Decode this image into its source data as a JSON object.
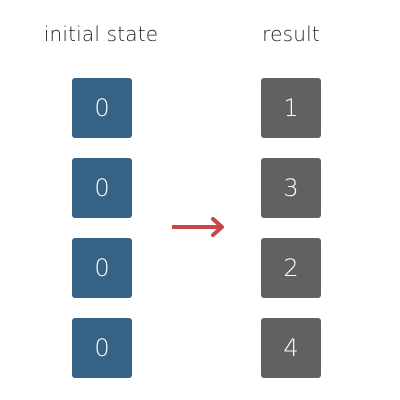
{
  "initial": {
    "title": "initial state",
    "values": [
      "0",
      "0",
      "0",
      "0"
    ]
  },
  "result": {
    "title": "result",
    "values": [
      "1",
      "3",
      "2",
      "4"
    ]
  },
  "colors": {
    "initial_cell": "#356286",
    "result_cell": "#616161",
    "arrow": "#c84745"
  }
}
